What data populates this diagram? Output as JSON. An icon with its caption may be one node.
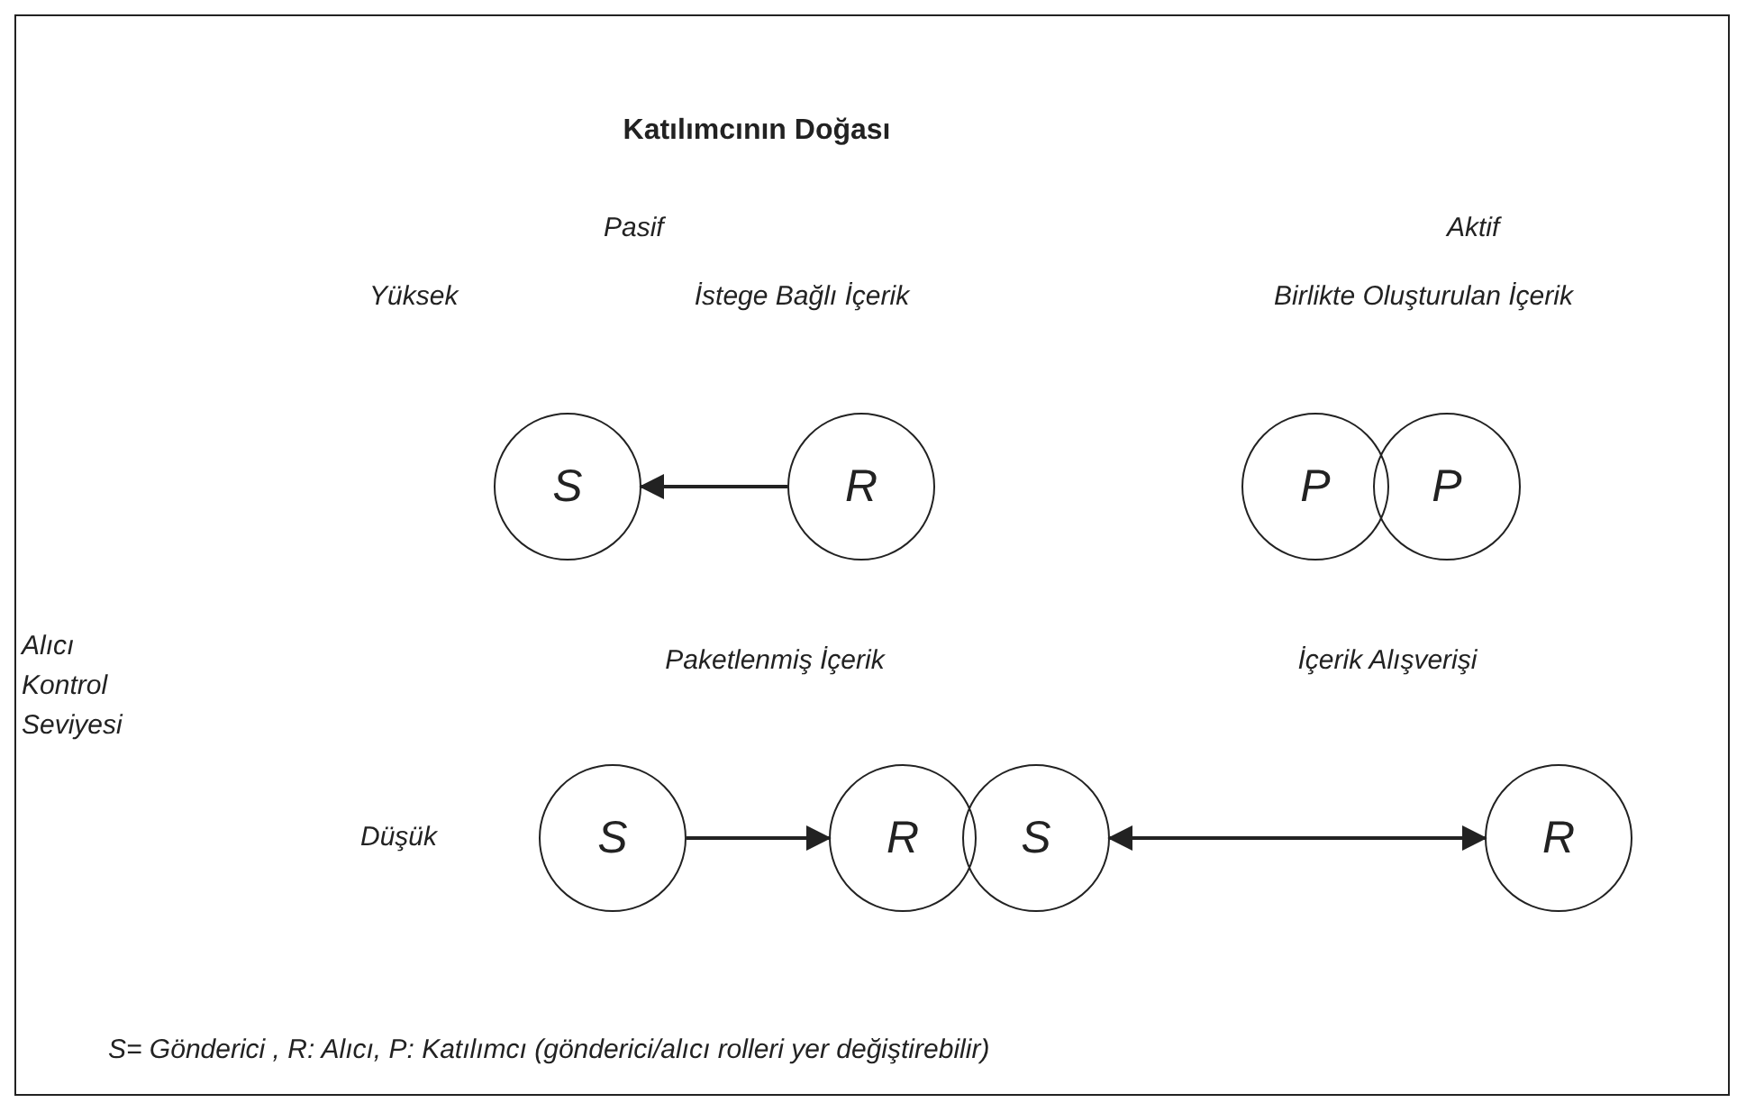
{
  "diagram": {
    "title": "Katılımcının Doğası",
    "nodes": [
      {
        "text": [
          "S"
        ]
      },
      {
        "text": [
          "R"
        ]
      },
      {
        "text": [
          "P"
        ]
      },
      {
        "text": [
          "P"
        ]
      },
      {
        "text": [
          "S"
        ]
      },
      {
        "text": [
          "R"
        ]
      },
      {
        "text": [
          "S"
        ]
      },
      {
        "text": [
          "R"
        ]
      }
    ],
    "edges": [
      {
        "from": 1,
        "to": 0,
        "arrow": "to"
      },
      {
        "from": 4,
        "to": 5,
        "arrow": "to"
      },
      {
        "from": 6,
        "to": 7,
        "arrow": "both"
      }
    ],
    "labels": [
      "Pasif",
      "Aktif",
      "Yüksek",
      "İstege Bağlı İçerik",
      "Birlikte Oluşturulan İçerik",
      "Alıcı Kontrol Seviyesi",
      "Paketlenmiş İçerik",
      "İçerik Alışverişi",
      "Düşük",
      "S= Gönderici , R: Alıcı, P: Katılımcı (gönderici/alıcı rolleri yer değiştirebilir)"
    ]
  }
}
